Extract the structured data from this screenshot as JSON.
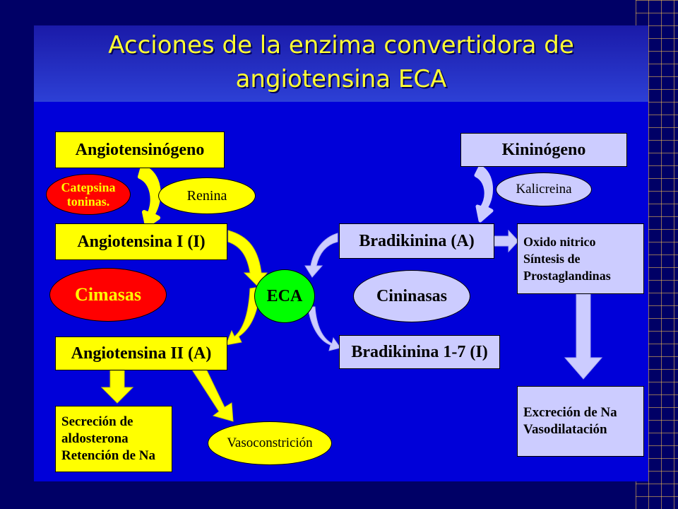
{
  "title": {
    "line1": "Acciones de la enzima convertidora de",
    "line2": "angiotensina ECA"
  },
  "nodes": {
    "angiotensinogeno": "Angiotensinógeno",
    "catepsina_line1": "Catepsina",
    "catepsina_line2": "toninas.",
    "renina": "Renina",
    "angiotensina_i": "Angiotensina I (I)",
    "cimasas": "Cimasas",
    "eca": "ECA",
    "angiotensina_ii": "Angiotensina II (A)",
    "secrecion_lines": [
      "Secreción de",
      "aldosterona",
      "Retención de Na"
    ],
    "vasoconstricion": "Vasoconstrición",
    "kininogeno": "Kininógeno",
    "kalicreina": "Kalicreina",
    "bradikinina_a": "Bradikinina (A)",
    "cininasas": "Cininasas",
    "bradikinina_17": "Bradikinina 1-7 (I)",
    "oxido_lines": [
      "Oxido nitrico",
      "Síntesis de",
      "Prostaglandinas"
    ],
    "excrecion_lines": [
      "Excreción de Na",
      "Vasodilatación"
    ]
  },
  "colors": {
    "background": "#000066",
    "slide": "#0000d9",
    "title_text": "#ffff33",
    "yellow_box": "#ffff00",
    "lavender_box": "#ccccff",
    "red_ellipse": "#ff0000",
    "eca_circle": "#00ff00"
  }
}
